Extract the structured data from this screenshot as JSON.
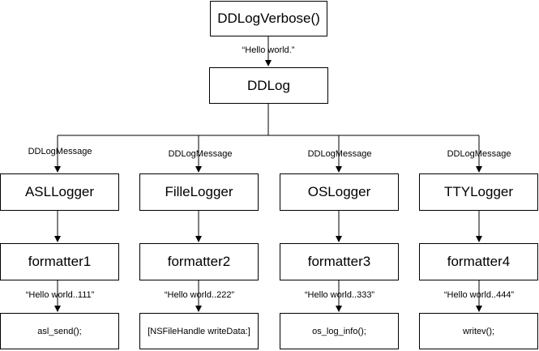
{
  "nodes": {
    "entry": "DDLogVerbose()",
    "core": "DDLog",
    "loggers": [
      "ASLLogger",
      "FilleLogger",
      "OSLogger",
      "TTYLogger"
    ],
    "formatters": [
      "formatter1",
      "formatter2",
      "formatter3",
      "formatter4"
    ],
    "outputs": [
      "asl_send();",
      "[NSFileHandle writeData:]",
      "os_log_info();",
      "writev();"
    ]
  },
  "edge_labels": {
    "entry_to_core": "“Hello world.”",
    "core_to_loggers": [
      "DDLogMessage",
      "DDLogMessage",
      "DDLogMessage",
      "DDLogMessage"
    ],
    "formatter_to_output": [
      "“Hello world..111”",
      "“Hello world..222”",
      "“Hello world..333”",
      "“Hello world..444”"
    ]
  }
}
